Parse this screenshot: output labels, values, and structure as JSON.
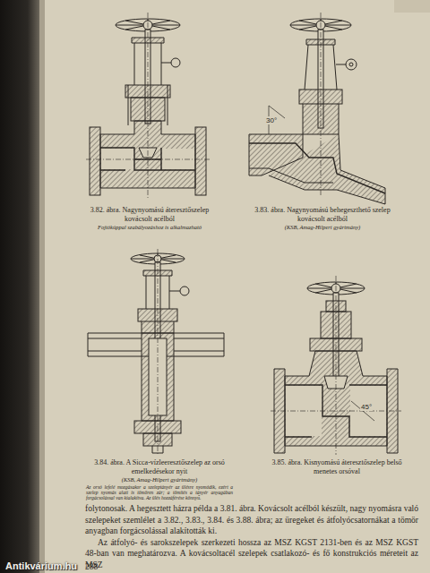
{
  "diagram": {
    "labels": [
      "30°",
      "45°",
      "3.82. ábra. Nagynyomású áteresztőszelep kovácsolt acélból",
      "Fojtókúppal szabályozáshoz is alkalmazható",
      "3.83. ábra. Nagynyomású behegeszthető szelep kovácsolt acélból",
      "(KSB, Amag-Hilpert gyártmány)",
      "3.84. ábra. A Sicca-vízleeresztőszelep az orsó emelkedésekor nyit",
      "(KSB, Amag-Hilpert gyártmány)",
      "Az orsó lefelé mozgásakor a szeleptányér az ülésre nyomódik, ezért a szelep nyomás alatt is tömören zár; a tömítés a tányér anyagában forgácsolással van kialakítva. Az ülés hozzáférése könnyű.",
      "3.85. ábra. Kisnyomású áteresztőszelep belső menetes orsóval",
      "folytonosak. A hegesztett házra példa a 3.81. ábra. Kovácsolt acélból készült, nagy nyomásra való szelepeket szemlélet a 3.82., 3.83., 3.84. és 3.88. ábra; az üregeket és átfolyócsatornákat a tömör anyagban forgácsolással alakították ki.",
      "Az átfolyó- és sarokszelepek szerkezeti hossza az MSZ KGST 2131-ben és az MSZ KGST 48-ban van meghatározva. A kovácsoltacél szelepek csatlakozó- és fő konstrukciós méreteit az MSZ",
      "288",
      "Antikvárium.hu"
    ]
  }
}
